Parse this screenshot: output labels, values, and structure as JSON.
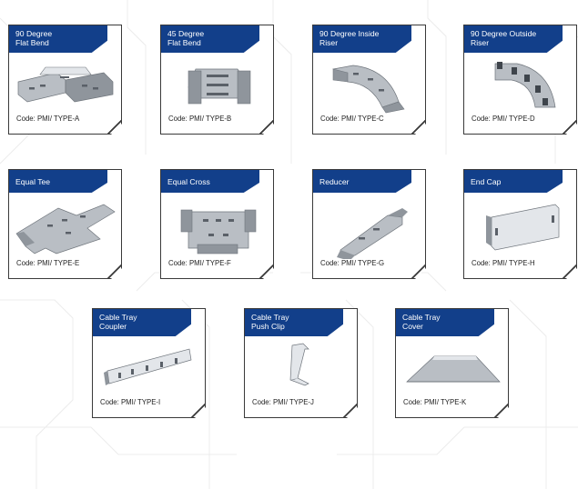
{
  "products": [
    {
      "title": "90 Degree\nFlat Bend",
      "code": "Code: PMI/ TYPE-A",
      "image": "90-degree-flat-bend"
    },
    {
      "title": "45 Degree\nFlat Bend",
      "code": "Code: PMI/ TYPE-B",
      "image": "45-degree-flat-bend"
    },
    {
      "title": "90 Degree Inside\nRiser",
      "code": "Code: PMI/ TYPE-C",
      "image": "90-degree-inside-riser"
    },
    {
      "title": "90 Degree Outside\nRiser",
      "code": "Code: PMI/ TYPE-D",
      "image": "90-degree-outside-riser"
    },
    {
      "title": "Equal Tee",
      "code": "Code: PMI/ TYPE-E",
      "image": "equal-tee"
    },
    {
      "title": "Equal Cross",
      "code": "Code: PMI/ TYPE-F",
      "image": "equal-cross"
    },
    {
      "title": "Reducer",
      "code": "Code: PMI/ TYPE-G",
      "image": "reducer"
    },
    {
      "title": "End Cap",
      "code": "Code: PMI/ TYPE-H",
      "image": "end-cap"
    },
    {
      "title": "Cable Tray\nCoupler",
      "code": "Code: PMI/ TYPE-I",
      "image": "cable-tray-coupler"
    },
    {
      "title": "Cable Tray\nPush Clip",
      "code": "Code: PMI/ TYPE-J",
      "image": "cable-tray-push-clip"
    },
    {
      "title": "Cable Tray\nCover",
      "code": "Code: PMI/ TYPE-K",
      "image": "cable-tray-cover"
    }
  ],
  "colors": {
    "title_bar": "#123f8a",
    "border": "#3a3a3a",
    "metal": "#b9bec4"
  }
}
